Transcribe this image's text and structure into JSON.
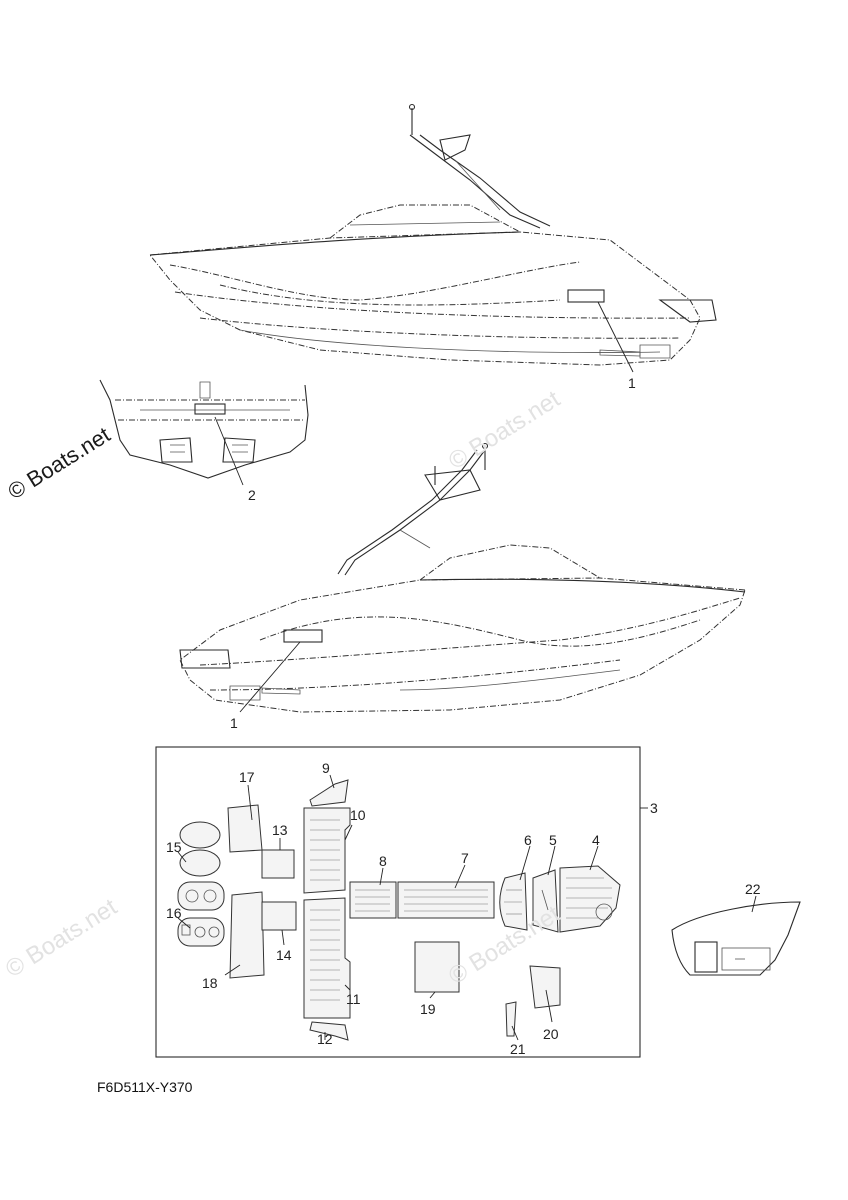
{
  "diagram_code": "F6D511X-Y370",
  "watermark": "© Boats.net",
  "callouts": {
    "c1_top": "1",
    "c1_bottom": "1",
    "c2": "2",
    "c3": "3",
    "c4": "4",
    "c5": "5",
    "c6": "6",
    "c7": "7",
    "c8": "8",
    "c9": "9",
    "c10": "10",
    "c11": "11",
    "c12": "12",
    "c13": "13",
    "c14": "14",
    "c15": "15",
    "c16": "16",
    "c17": "17",
    "c18": "18",
    "c19": "19",
    "c20": "20",
    "c21": "21",
    "c22": "22"
  }
}
